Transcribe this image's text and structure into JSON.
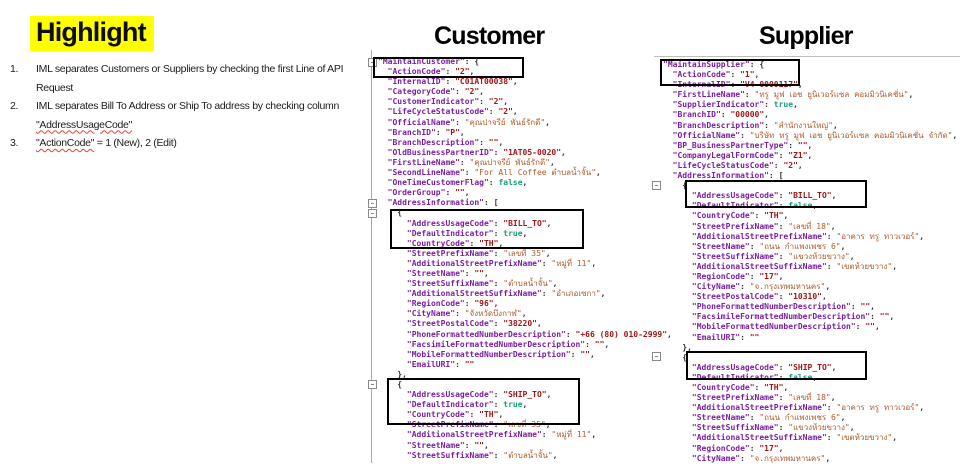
{
  "slide": {
    "title": "Highlight",
    "title_highlight_color": "#FFFF00",
    "annotation_color": "#000000"
  },
  "notes": {
    "item1_num": "1.",
    "item1_line1": "IML separates Customers or Suppliers by checking the first Line of API",
    "item1_line2": "Request",
    "item2_num": "2.",
    "item2_line1": "IML separates Bill To Address or Ship To address by checking column",
    "item2_term": "\"AddressUsageCode\"",
    "item3_num": "3.",
    "item3_term": "\"ActionCode\"",
    "item3_rest": " = 1 (New), 2 (Edit)"
  },
  "code_colors": {
    "key": "#7B1FA2",
    "string": "#A31515",
    "thai_string": "#B05B2B",
    "boolean": "#139E7E",
    "punctuation": "#333333"
  },
  "customer": {
    "title": "Customer",
    "lines": [
      {
        "i": 0,
        "k": "MaintainCustomer",
        "o": "{"
      },
      {
        "i": 1,
        "k": "ActionCode",
        "v": "2",
        "t": "s"
      },
      {
        "i": 1,
        "k": "InternalID",
        "v": "C01AT00038",
        "t": "s"
      },
      {
        "i": 1,
        "k": "CategoryCode",
        "v": "2",
        "t": "s"
      },
      {
        "i": 1,
        "k": "CustomerIndicator",
        "v": "2",
        "t": "s"
      },
      {
        "i": 1,
        "k": "LifeCycleStatusCode",
        "v": "2",
        "t": "s"
      },
      {
        "i": 1,
        "k": "OfficialName",
        "v": "คุณปาจรีย์ พันธ์รักดี",
        "t": "th"
      },
      {
        "i": 1,
        "k": "BranchID",
        "v": "P",
        "t": "s"
      },
      {
        "i": 1,
        "k": "BranchDescription",
        "v": "",
        "t": "s"
      },
      {
        "i": 1,
        "k": "OldBusinessPartnerID",
        "v": "1AT05-0020",
        "t": "s"
      },
      {
        "i": 1,
        "k": "FirstLineName",
        "v": "คุณปาจรีย์ พันธ์รักดี",
        "t": "th"
      },
      {
        "i": 1,
        "k": "SecondLineName",
        "v": "For All Coffee ตำบลน้ำจั้น",
        "t": "th"
      },
      {
        "i": 1,
        "k": "OneTimeCustomerFlag",
        "v": "false",
        "t": "b"
      },
      {
        "i": 1,
        "k": "OrderGroup",
        "v": "",
        "t": "s"
      },
      {
        "i": 1,
        "k": "AddressInformation",
        "o": "["
      },
      {
        "i": 2,
        "p": "{"
      },
      {
        "i": 3,
        "k": "AddressUsageCode",
        "v": "BILL_TO",
        "t": "s"
      },
      {
        "i": 3,
        "k": "DefaultIndicator",
        "v": "true",
        "t": "b"
      },
      {
        "i": 3,
        "k": "CountryCode",
        "v": "TH",
        "t": "s"
      },
      {
        "i": 3,
        "k": "StreetPrefixName",
        "v": "เลขที่ 35",
        "t": "th"
      },
      {
        "i": 3,
        "k": "AdditionalStreetPrefixName",
        "v": "หมู่ที่ 11",
        "t": "th"
      },
      {
        "i": 3,
        "k": "StreetName",
        "v": "",
        "t": "s"
      },
      {
        "i": 3,
        "k": "StreetSuffixName",
        "v": "ตำบลน้ำจั้น",
        "t": "th"
      },
      {
        "i": 3,
        "k": "AdditionalStreetSuffixName",
        "v": "อำเภอเซกา",
        "t": "th"
      },
      {
        "i": 3,
        "k": "RegionCode",
        "v": "96",
        "t": "s"
      },
      {
        "i": 3,
        "k": "CityName",
        "v": "จังหวัดบึงกาฬ",
        "t": "th"
      },
      {
        "i": 3,
        "k": "StreetPostalCode",
        "v": "38220",
        "t": "s"
      },
      {
        "i": 3,
        "k": "PhoneFormattedNumberDescription",
        "v": "+66 (80) 010-2999",
        "t": "s"
      },
      {
        "i": 3,
        "k": "FacsimileFormattedNumberDescription",
        "v": "",
        "t": "s"
      },
      {
        "i": 3,
        "k": "MobileFormattedNumberDescription",
        "v": "",
        "t": "s"
      },
      {
        "i": 3,
        "k": "EmailURI",
        "v": "",
        "t": "s",
        "nc": true
      },
      {
        "i": 2,
        "p": "},"
      },
      {
        "i": 2,
        "p": "{"
      },
      {
        "i": 3,
        "k": "AddressUsageCode",
        "v": "SHIP_TO",
        "t": "s"
      },
      {
        "i": 3,
        "k": "DefaultIndicator",
        "v": "true",
        "t": "b"
      },
      {
        "i": 3,
        "k": "CountryCode",
        "v": "TH",
        "t": "s"
      },
      {
        "i": 3,
        "k": "StreetPrefixName",
        "v": "เลขที่ 35",
        "t": "th"
      },
      {
        "i": 3,
        "k": "AdditionalStreetPrefixName",
        "v": "หมู่ที่ 11",
        "t": "th"
      },
      {
        "i": 3,
        "k": "StreetName",
        "v": "",
        "t": "s"
      },
      {
        "i": 3,
        "k": "StreetSuffixName",
        "v": "ตำบลน้ำจั้น",
        "t": "th"
      }
    ]
  },
  "supplier": {
    "title": "Supplier",
    "lines": [
      {
        "i": 0,
        "k": "MaintainSupplier",
        "o": "{"
      },
      {
        "i": 1,
        "k": "ActionCode",
        "v": "1",
        "t": "s"
      },
      {
        "i": 1,
        "k": "InternalID",
        "v": "V4-0000117",
        "t": "s"
      },
      {
        "i": 1,
        "k": "FirstLineName",
        "v": "ทรู มูฟ เอช ยูนิเวอร์แซล คอมมิวนิเคชั่น",
        "t": "th"
      },
      {
        "i": 1,
        "k": "SupplierIndicator",
        "v": "true",
        "t": "b"
      },
      {
        "i": 1,
        "k": "BranchID",
        "v": "00000",
        "t": "s"
      },
      {
        "i": 1,
        "k": "BranchDescription",
        "v": "สำนักงานใหญ่",
        "t": "th"
      },
      {
        "i": 1,
        "k": "OfficialName",
        "v": "บริษัท ทรู มูฟ เอช ยูนิเวอร์แซล คอมมิวนิเคชั่น จำกัด",
        "t": "th"
      },
      {
        "i": 1,
        "k": "BP_BusinessPartnerType",
        "v": "",
        "t": "s"
      },
      {
        "i": 1,
        "k": "CompanyLegalFormCode",
        "v": "Z1",
        "t": "s"
      },
      {
        "i": 1,
        "k": "LifeCycleStatusCode",
        "v": "2",
        "t": "s"
      },
      {
        "i": 1,
        "k": "AddressInformation",
        "o": "["
      },
      {
        "i": 2,
        "p": "{"
      },
      {
        "i": 3,
        "k": "AddressUsageCode",
        "v": "BILL_TO",
        "t": "s"
      },
      {
        "i": 3,
        "k": "DefaultIndicator",
        "v": "false",
        "t": "b"
      },
      {
        "i": 3,
        "k": "CountryCode",
        "v": "TH",
        "t": "s"
      },
      {
        "i": 3,
        "k": "StreetPrefixName",
        "v": "เลขที่ 18",
        "t": "th"
      },
      {
        "i": 3,
        "k": "AdditionalStreetPrefixName",
        "v": "อาคาร ทรู ทาวเวอร์",
        "t": "th"
      },
      {
        "i": 3,
        "k": "StreetName",
        "v": "ถนน กำแพงเพชร 6",
        "t": "th"
      },
      {
        "i": 3,
        "k": "StreetSuffixName",
        "v": "แขวงห้วยขวาง",
        "t": "th"
      },
      {
        "i": 3,
        "k": "AdditionalStreetSuffixName",
        "v": "เขตห้วยขวาง",
        "t": "th"
      },
      {
        "i": 3,
        "k": "RegionCode",
        "v": "17",
        "t": "s"
      },
      {
        "i": 3,
        "k": "CityName",
        "v": "จ.กรุงเทพมหานคร",
        "t": "th"
      },
      {
        "i": 3,
        "k": "StreetPostalCode",
        "v": "10310",
        "t": "s"
      },
      {
        "i": 3,
        "k": "PhoneFormattedNumberDescription",
        "v": "",
        "t": "s"
      },
      {
        "i": 3,
        "k": "FacsimileFormattedNumberDescription",
        "v": "",
        "t": "s"
      },
      {
        "i": 3,
        "k": "MobileFormattedNumberDescription",
        "v": "",
        "t": "s"
      },
      {
        "i": 3,
        "k": "EmailURI",
        "v": "",
        "t": "s",
        "nc": true
      },
      {
        "i": 2,
        "p": "},"
      },
      {
        "i": 2,
        "p": "{"
      },
      {
        "i": 3,
        "k": "AddressUsageCode",
        "v": "SHIP_TO",
        "t": "s"
      },
      {
        "i": 3,
        "k": "DefaultIndicator",
        "v": "false",
        "t": "b"
      },
      {
        "i": 3,
        "k": "CountryCode",
        "v": "TH",
        "t": "s"
      },
      {
        "i": 3,
        "k": "StreetPrefixName",
        "v": "เลขที่ 18",
        "t": "th"
      },
      {
        "i": 3,
        "k": "AdditionalStreetPrefixName",
        "v": "อาคาร ทรู ทาวเวอร์",
        "t": "th"
      },
      {
        "i": 3,
        "k": "StreetName",
        "v": "ถนน กำแพงเพชร 6",
        "t": "th"
      },
      {
        "i": 3,
        "k": "StreetSuffixName",
        "v": "แขวงห้วยขวาง",
        "t": "th"
      },
      {
        "i": 3,
        "k": "AdditionalStreetSuffixName",
        "v": "เขตห้วยขวาง",
        "t": "th"
      },
      {
        "i": 3,
        "k": "RegionCode",
        "v": "17",
        "t": "s"
      },
      {
        "i": 3,
        "k": "CityName",
        "v": "จ.กรุงเทพมหานคร",
        "t": "th"
      }
    ]
  }
}
